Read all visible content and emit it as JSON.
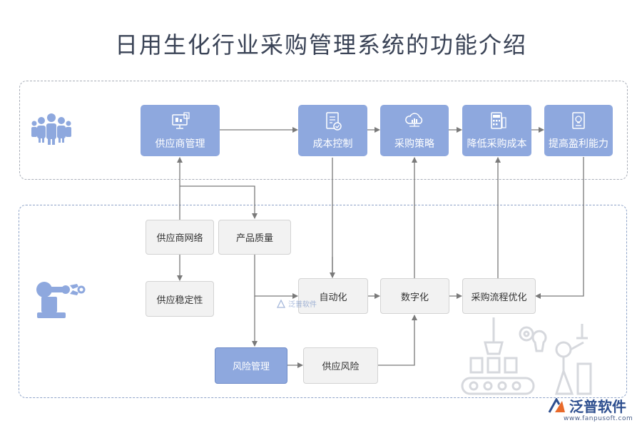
{
  "title": "日用生化行业采购管理系统的功能介绍",
  "top_row": [
    {
      "id": "supplier-mgmt",
      "label": "供应商管理",
      "icon": "monitor-icon"
    },
    {
      "id": "cost-control",
      "label": "成本控制",
      "icon": "document-check-icon"
    },
    {
      "id": "purchase-strategy",
      "label": "采购策略",
      "icon": "cloud-chart-icon"
    },
    {
      "id": "reduce-cost",
      "label": "降低采购成本",
      "icon": "calculator-icon"
    },
    {
      "id": "improve-profit",
      "label": "提高盈利能力",
      "icon": "lightbulb-doc-icon"
    }
  ],
  "bottom_nodes": {
    "supplier_network": "供应商网络",
    "product_quality": "产品质量",
    "supply_stability": "供应稳定性",
    "automation": "自动化",
    "digitization": "数字化",
    "process_optimization": "采购流程优化",
    "risk_management": "风险管理",
    "supply_risk": "供应风险"
  },
  "watermark": "泛普软件",
  "logo": {
    "name": "泛普软件",
    "url": "www.fanpusoft.com"
  },
  "colors": {
    "node_blue": "#8ea8de",
    "node_gray": "#f2f2f2",
    "line": "#7a7a7a",
    "title": "#3a4356"
  }
}
